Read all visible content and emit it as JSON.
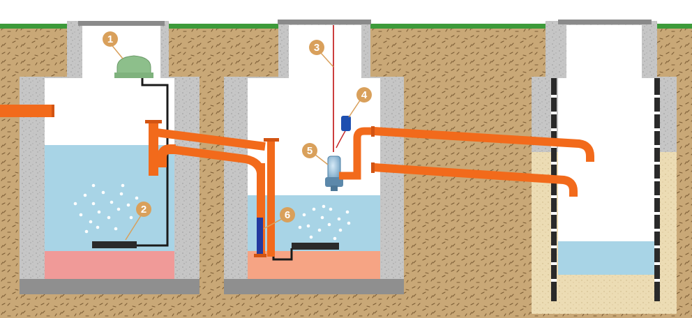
{
  "diagram": {
    "callouts": [
      {
        "id": "1",
        "label": "1"
      },
      {
        "id": "2",
        "label": "2"
      },
      {
        "id": "3",
        "label": "3"
      },
      {
        "id": "4",
        "label": "4"
      },
      {
        "id": "5",
        "label": "5"
      },
      {
        "id": "6",
        "label": "6"
      }
    ],
    "colors": {
      "soil": "#c9a877",
      "concrete": "#c8c8c8",
      "grass": "#3d9a3a",
      "water": "#a8d4e6",
      "sludge_tank1": "#f09a98",
      "sludge_tank2": "#f6a484",
      "sand": "#ecdcb4",
      "pipe": "#f26a1b",
      "callout": "#d9a05b",
      "cable": "#c62828",
      "compressor": "#8dbf8b",
      "aerator": "#2a2a2a",
      "float_switch": "#1e4fb0",
      "level_sensor": "#233a9e"
    }
  }
}
